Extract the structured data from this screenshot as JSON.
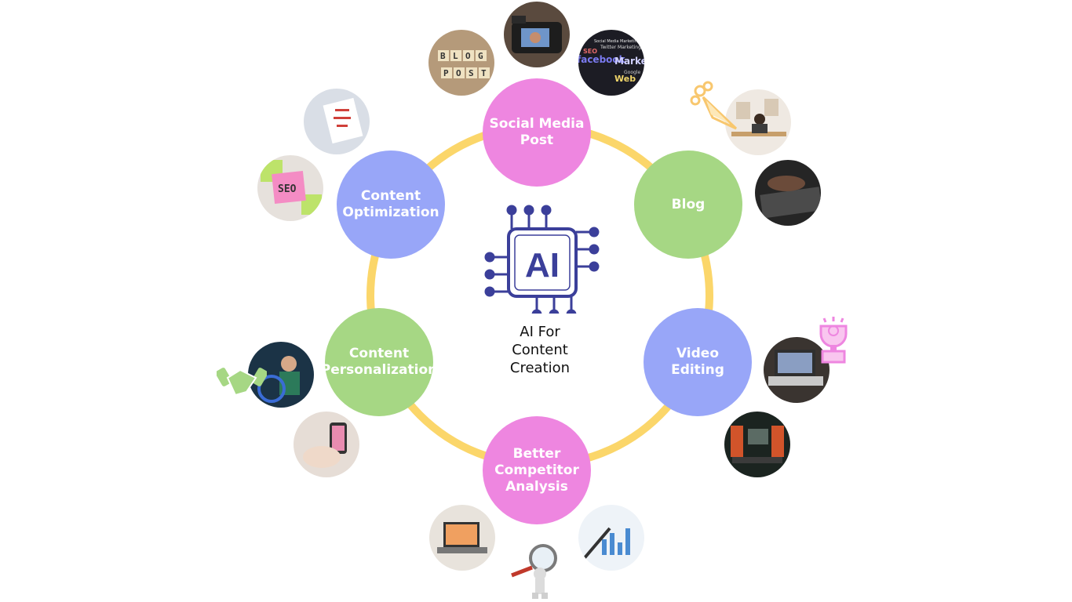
{
  "center": {
    "chip_text": "AI",
    "label": "AI For\nContent\nCreation"
  },
  "nodes": {
    "social_media_post": "Social Media\nPost",
    "blog": "Blog",
    "video_editing": "Video\nEditing",
    "better_competitor_analysis": "Better\nCompetitor\nAnalysis",
    "content_personalization": "Content\nPersonalization",
    "content_optimization": "Content\nOptimization"
  },
  "photos": {
    "blog_post_tiles": [
      "B",
      "L",
      "O",
      "G",
      "P",
      "O",
      "S",
      "T"
    ],
    "seo_note": "SEO",
    "social_word_cloud": [
      "Social Media Marketing",
      "Twitter Marketing",
      "facebook",
      "Marke",
      "Web",
      "SEO",
      "Google"
    ]
  },
  "colors": {
    "ring": "#fbd66a",
    "pink": "#ee86e0",
    "green": "#a6d784",
    "blue": "#98a6f8",
    "chip": "#3b3f9a",
    "icon_orange": "#f8c76e",
    "icon_green": "#a6d784",
    "icon_pink": "#ee86e0"
  }
}
